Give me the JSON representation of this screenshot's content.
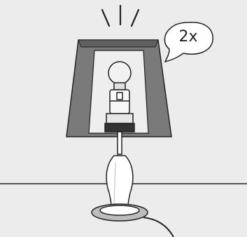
{
  "annotation": {
    "bubble_text": "2x"
  },
  "colors": {
    "background": "#ececec",
    "outline": "#222222",
    "shade_fill": "#7a7a7a",
    "shade_inner": "#eeeeee",
    "bulb_fill": "#f2f2f2",
    "base_fill": "#ffffff"
  },
  "icons": [
    "light-rays-icon",
    "speech-bubble-icon",
    "lamp-shade",
    "light-bulb",
    "lamp-base",
    "power-cord"
  ]
}
